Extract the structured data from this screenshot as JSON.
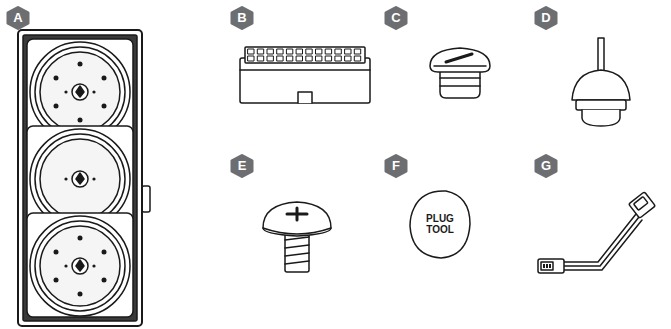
{
  "diagram": {
    "nodes": [
      {
        "text": [
          "A"
        ]
      },
      {
        "text": [
          "B"
        ]
      },
      {
        "text": [
          "C"
        ]
      },
      {
        "text": [
          "D"
        ]
      },
      {
        "text": [
          "E"
        ]
      },
      {
        "text": [
          "F"
        ]
      },
      {
        "text": [
          "G"
        ]
      },
      {
        "text": [
          "PLUG TOOL"
        ]
      }
    ]
  }
}
